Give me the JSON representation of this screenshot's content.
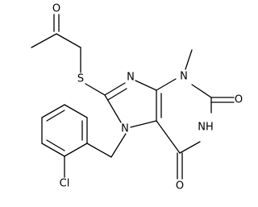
{
  "molecule": {
    "atoms": {
      "o_ketone": "O",
      "s_thio": "S",
      "n_imidazole": "N",
      "n_methyl": "N",
      "n_benzyl": "N",
      "n_imide": "NH",
      "o_upper": "O",
      "o_lower": "O",
      "cl": "Cl"
    },
    "colors": {
      "bond": "#000000",
      "label": "#000000",
      "background": "#ffffff"
    }
  }
}
